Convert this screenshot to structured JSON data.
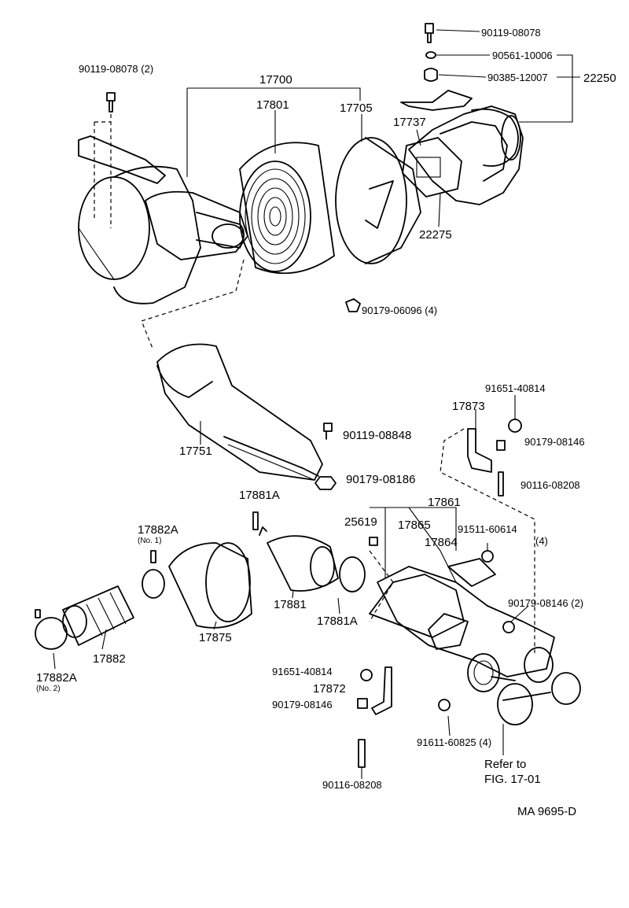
{
  "labels": {
    "p90119_08078_top": "90119-08078",
    "p90561_10006": "90561-10006",
    "p90385_12007": "90385-12007",
    "p22250": "22250",
    "p90119_08078_qty": "90119-08078 (2)",
    "p17700": "17700",
    "p17801": "17801",
    "p17705": "17705",
    "p17737": "17737",
    "p22275": "22275",
    "p90179_06096": "90179-06096 (4)",
    "p17751": "17751",
    "p90119_08848": "90119-08848",
    "p90179_08186": "90179-08186",
    "p91651_40814_r": "91651-40814",
    "p17873": "17873",
    "p90179_08146_r": "90179-08146",
    "p90116_08208_r": "90116-08208",
    "p17881A_top": "17881A",
    "p17861": "17861",
    "p25619": "25619",
    "p17865": "17865",
    "p91511_60614": "91511-60614",
    "p91511_qty": "(4)",
    "p17864": "17864",
    "p17882A_no1": "17882A",
    "p_no1": "(No. 1)",
    "p17881": "17881",
    "p17881A_bot": "17881A",
    "p17875": "17875",
    "p17882": "17882",
    "p90179_08146_2": "90179-08146 (2)",
    "p17882A_no2": "17882A",
    "p_no2": "(No. 2)",
    "p91651_40814_l": "91651-40814",
    "p17872": "17872",
    "p90179_08146_l": "90179-08146",
    "p91611_60825": "91611-60825 (4)",
    "p90116_08208_l": "90116-08208",
    "refer_line1": "Refer to",
    "refer_line2": "FIG. 17-01",
    "ref_code": "MA 9695-D"
  }
}
